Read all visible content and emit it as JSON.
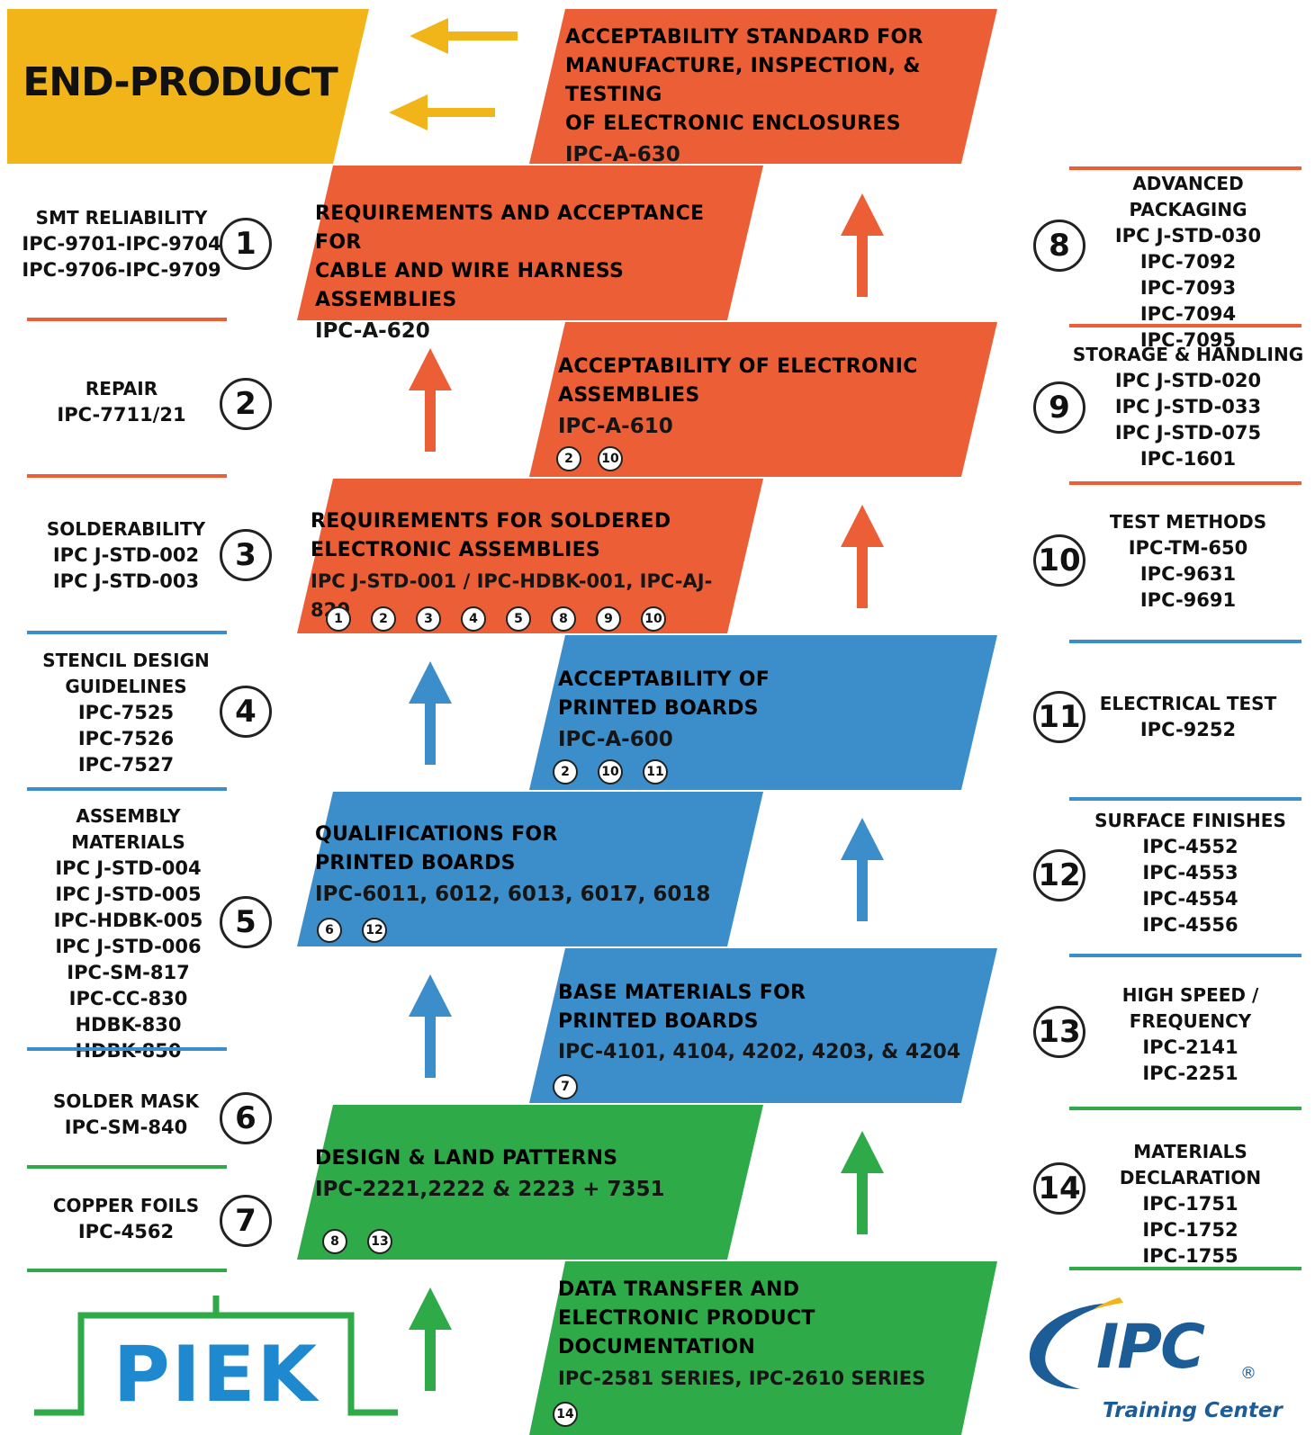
{
  "colors": {
    "orange": "#EC5F36",
    "blue": "#3C8ECB",
    "green": "#2FAA48",
    "yellow": "#F2B519",
    "ipc_blue": "#1C5C97"
  },
  "end_product": {
    "label": "END-PRODUCT"
  },
  "center_boxes": [
    {
      "title": [
        "ACCEPTABILITY STANDARD FOR",
        "MANUFACTURE, INSPECTION, & TESTING",
        "OF ELECTRONIC ENCLOSURES"
      ],
      "standard": "IPC-A-630",
      "badges": []
    },
    {
      "title": [
        "REQUIREMENTS AND ACCEPTANCE FOR",
        "CABLE AND WIRE HARNESS ASSEMBLIES"
      ],
      "standard": "IPC-A-620",
      "badges": []
    },
    {
      "title": [
        "ACCEPTABILITY OF ELECTRONIC",
        "ASSEMBLIES"
      ],
      "standard": "IPC-A-610",
      "badges": [
        "2",
        "10"
      ]
    },
    {
      "title": [
        "REQUIREMENTS FOR SOLDERED",
        "ELECTRONIC ASSEMBLIES"
      ],
      "standard": "IPC J-STD-001 / IPC-HDBK-001, IPC-AJ-820",
      "badges": [
        "1",
        "2",
        "3",
        "4",
        "5",
        "8",
        "9",
        "10"
      ]
    },
    {
      "title": [
        "ACCEPTABILITY OF",
        "PRINTED BOARDS"
      ],
      "standard": "IPC-A-600",
      "badges": [
        "2",
        "10",
        "11"
      ]
    },
    {
      "title": [
        "QUALIFICATIONS FOR",
        "PRINTED BOARDS"
      ],
      "standard": "IPC-6011, 6012, 6013, 6017, 6018",
      "badges": [
        "6",
        "12"
      ]
    },
    {
      "title": [
        "BASE MATERIALS FOR",
        "PRINTED BOARDS"
      ],
      "standard": "IPC-4101, 4104, 4202, 4203, & 4204",
      "badges": [
        "7"
      ]
    },
    {
      "title": [
        "DESIGN & LAND PATTERNS"
      ],
      "standard": "IPC-2221,2222 & 2223 + 7351",
      "badges": [
        "8",
        "13"
      ]
    },
    {
      "title": [
        "DATA TRANSFER AND",
        "ELECTRONIC PRODUCT",
        "DOCUMENTATION"
      ],
      "standard": "IPC-2581 SERIES, IPC-2610 SERIES",
      "badges": [
        "14"
      ]
    }
  ],
  "left_items": [
    {
      "num": "1",
      "title": "SMT RELIABILITY",
      "items": [
        "IPC-9701-IPC-9704",
        "IPC-9706-IPC-9709"
      ]
    },
    {
      "num": "2",
      "title": "REPAIR",
      "items": [
        "IPC-7711/21"
      ]
    },
    {
      "num": "3",
      "title": "SOLDERABILITY",
      "items": [
        "IPC J-STD-002",
        "IPC J-STD-003"
      ]
    },
    {
      "num": "4",
      "title": "STENCIL DESIGN",
      "items": [
        "GUIDELINES",
        "IPC-7525",
        "IPC-7526",
        "IPC-7527"
      ]
    },
    {
      "num": "5",
      "title": "ASSEMBLY MATERIALS",
      "items": [
        "IPC J-STD-004",
        "IPC J-STD-005",
        "IPC-HDBK-005",
        "IPC J-STD-006",
        "IPC-SM-817",
        "IPC-CC-830",
        "HDBK-830",
        "HDBK-850"
      ]
    },
    {
      "num": "6",
      "title": "SOLDER MASK",
      "items": [
        "IPC-SM-840"
      ]
    },
    {
      "num": "7",
      "title": "COPPER FOILS",
      "items": [
        "IPC-4562"
      ]
    }
  ],
  "right_items": [
    {
      "num": "8",
      "title": "ADVANCED PACKAGING",
      "items": [
        "IPC J-STD-030",
        "IPC-7092",
        "IPC-7093",
        "IPC-7094",
        "IPC-7095"
      ]
    },
    {
      "num": "9",
      "title": "STORAGE & HANDLING",
      "items": [
        "IPC J-STD-020",
        "IPC J-STD-033",
        "IPC J-STD-075",
        "IPC-1601"
      ]
    },
    {
      "num": "10",
      "title": "TEST METHODS",
      "items": [
        "IPC-TM-650",
        "IPC-9631",
        "IPC-9691"
      ]
    },
    {
      "num": "11",
      "title": "ELECTRICAL TEST",
      "items": [
        "IPC-9252"
      ]
    },
    {
      "num": "12",
      "title": "SURFACE FINISHES",
      "items": [
        "IPC-4552",
        "IPC-4553",
        "IPC-4554",
        "IPC-4556"
      ]
    },
    {
      "num": "13",
      "title": "HIGH SPEED / FREQUENCY",
      "items": [
        "IPC-2141",
        "IPC-2251"
      ]
    },
    {
      "num": "14",
      "title": "MATERIALS DECLARATION",
      "items": [
        "IPC-1751",
        "IPC-1752",
        "IPC-1755"
      ]
    }
  ],
  "logos": {
    "piek": "PIEK",
    "ipc": "IPC",
    "ipc_registered": "®",
    "ipc_sub": "Training Center"
  }
}
